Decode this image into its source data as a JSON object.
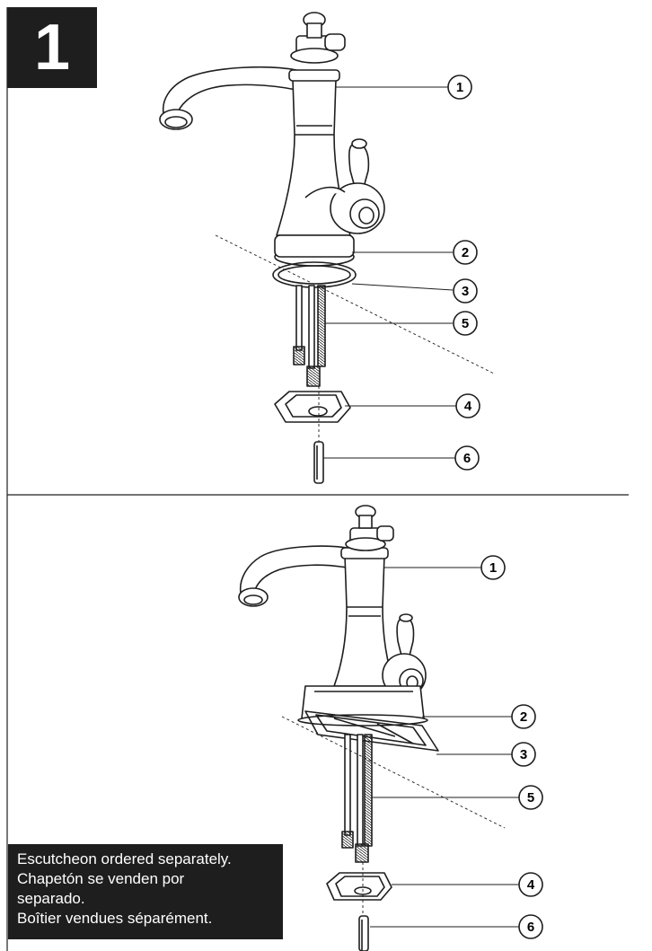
{
  "step_number": "1",
  "panels": [
    {
      "callouts": [
        "1",
        "2",
        "3",
        "5",
        "4",
        "6"
      ]
    },
    {
      "callouts": [
        "1",
        "2",
        "3",
        "5",
        "4",
        "6"
      ]
    }
  ],
  "note": {
    "lines": [
      "Escutcheon ordered separately.",
      "Chapetón se venden por",
      "separado.",
      "Boîtier vendues séparément."
    ]
  },
  "colors": {
    "line": "#1e1e1e",
    "badge_bg": "#1e1e1e",
    "badge_text": "#ffffff"
  }
}
